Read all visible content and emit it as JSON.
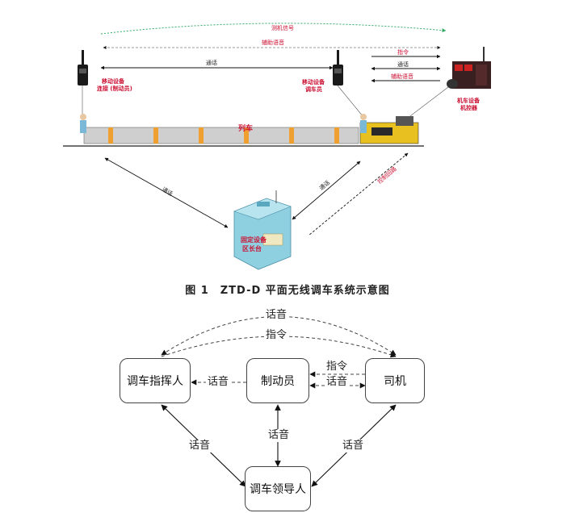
{
  "figure1": {
    "labels": {
      "radio_signal": "测机信号",
      "assist_voice_top": "辅助语音",
      "comm_top": "通话",
      "instruction": "指令",
      "comm_right": "通话",
      "assist_voice_right": "辅助语音",
      "mobile_left_1": "移动设备",
      "mobile_left_2": "连接 (制动员)",
      "mobile_mid_1": "移动设备",
      "mobile_mid_2": "调车员",
      "train": "列车",
      "loco_1": "机车设备",
      "loco_2": "机控器",
      "comm_left_diag": "通话",
      "comm_right_diag": "通话",
      "control_diag": "控制回路",
      "fixed_1": "固定设备",
      "fixed_2": "区长台"
    },
    "caption": "图 1　ZTD-D 平面无线调车系统示意图"
  },
  "figure2": {
    "nodes": {
      "dispatcher": "调车指挥人",
      "brakeman": "制动员",
      "driver": "司机",
      "leader": "调车领导人"
    },
    "edges": {
      "top_voice": "话音",
      "top_instruction": "指令",
      "brake_to_disp_voice": "话音",
      "brake_driver_instruction": "指令",
      "brake_driver_voice": "话音",
      "left_voice": "话音",
      "mid_voice": "话音",
      "right_voice": "话音"
    }
  },
  "colors": {
    "arrow": "#111111",
    "label_red": "#cc1133",
    "dotted_green": "#33aa66",
    "building": "#7cc7d8"
  }
}
